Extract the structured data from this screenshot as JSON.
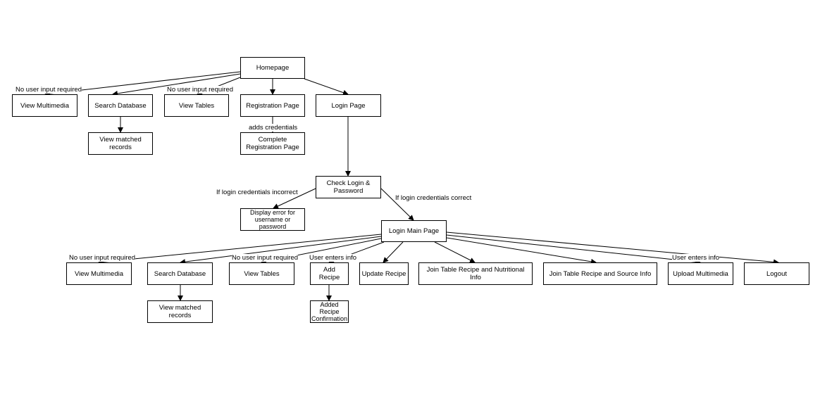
{
  "nodes": {
    "homepage": "Homepage",
    "view_multimedia_1": "View Multimedia",
    "search_database_1": "Search Database",
    "view_tables_1": "View Tables",
    "registration_page": "Registration Page",
    "login_page": "Login Page",
    "view_matched_records_1": "View matched records",
    "complete_registration": "Complete Registration Page",
    "check_login": "Check Login & Password",
    "display_error": "Display error for username or password",
    "login_main": "Login Main Page",
    "view_multimedia_2": "View Multimedia",
    "search_database_2": "Search Database",
    "view_tables_2": "View Tables",
    "add_recipe": "Add Recipe",
    "update_recipe": "Update Recipe",
    "join_nutritional": "Join Table Recipe and Nutritional Info",
    "join_source": "Join Table Recipe and Source Info",
    "upload_multimedia": "Upload Multimedia",
    "logout": "Logout",
    "view_matched_records_2": "View matched records",
    "added_recipe_confirmation": "Added Recipe Confirmation"
  },
  "edge_labels": {
    "no_input_1a": "No user input required",
    "no_input_1b": "No user input required",
    "adds_credentials": "adds credentials",
    "login_incorrect": "If login credentials incorrect",
    "login_correct": "If login credentials correct",
    "no_input_2a": "No user input required",
    "no_input_2b": "No user input required",
    "user_enters_1": "User enters info",
    "user_enters_2": "User enters info"
  }
}
